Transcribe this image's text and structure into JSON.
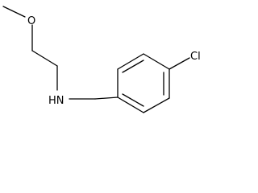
{
  "structure": {
    "atoms": {
      "oxygen": "O",
      "amine": "HN",
      "chlorine": "Cl"
    }
  }
}
